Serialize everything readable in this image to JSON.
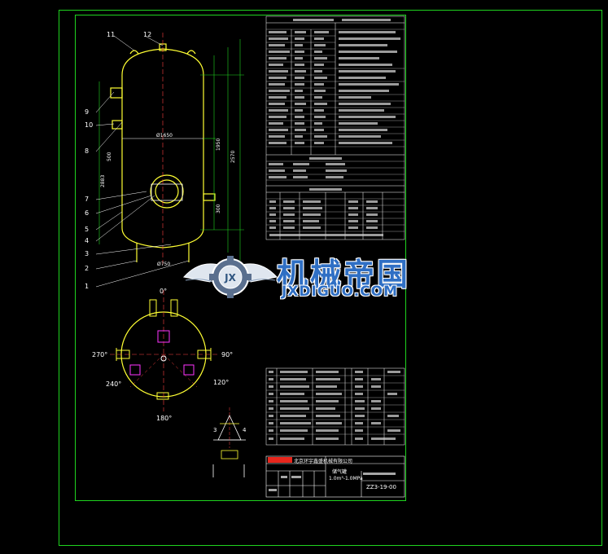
{
  "watermark": {
    "cn": "机械帝国",
    "en": "JXDIGUO.COM",
    "logo_mark": "JX"
  },
  "colors": {
    "frame": "#1fd31f",
    "vessel": "#ffff33",
    "dims": "#1fd31f",
    "leaders": "#ff4040",
    "annot": "#00e5ff",
    "part": "#ff33ff",
    "table_lines": "#ffffff",
    "brand": "#2f6fc4"
  },
  "elevation": {
    "part_numbers": [
      "11",
      "12",
      "9",
      "10",
      "8",
      "7",
      "6",
      "5",
      "4",
      "3",
      "2",
      "1"
    ],
    "dim_labels": [
      "Ø1650",
      "1950",
      "2570",
      "2883",
      "Ø750",
      "300",
      "500"
    ]
  },
  "plan": {
    "angles": [
      "0°",
      "90°",
      "120°",
      "180°",
      "240°",
      "270°"
    ]
  },
  "detail": {
    "labels": [
      "3",
      "4"
    ]
  },
  "title_block": {
    "company": "北京环宇鑫盛机械有限公司",
    "product_name": "储气罐",
    "model": "1.0m³-1.0MPa",
    "drawing_number": "ZZ3-19-00"
  },
  "icons": [
    "gear-icon",
    "wing-icon"
  ]
}
